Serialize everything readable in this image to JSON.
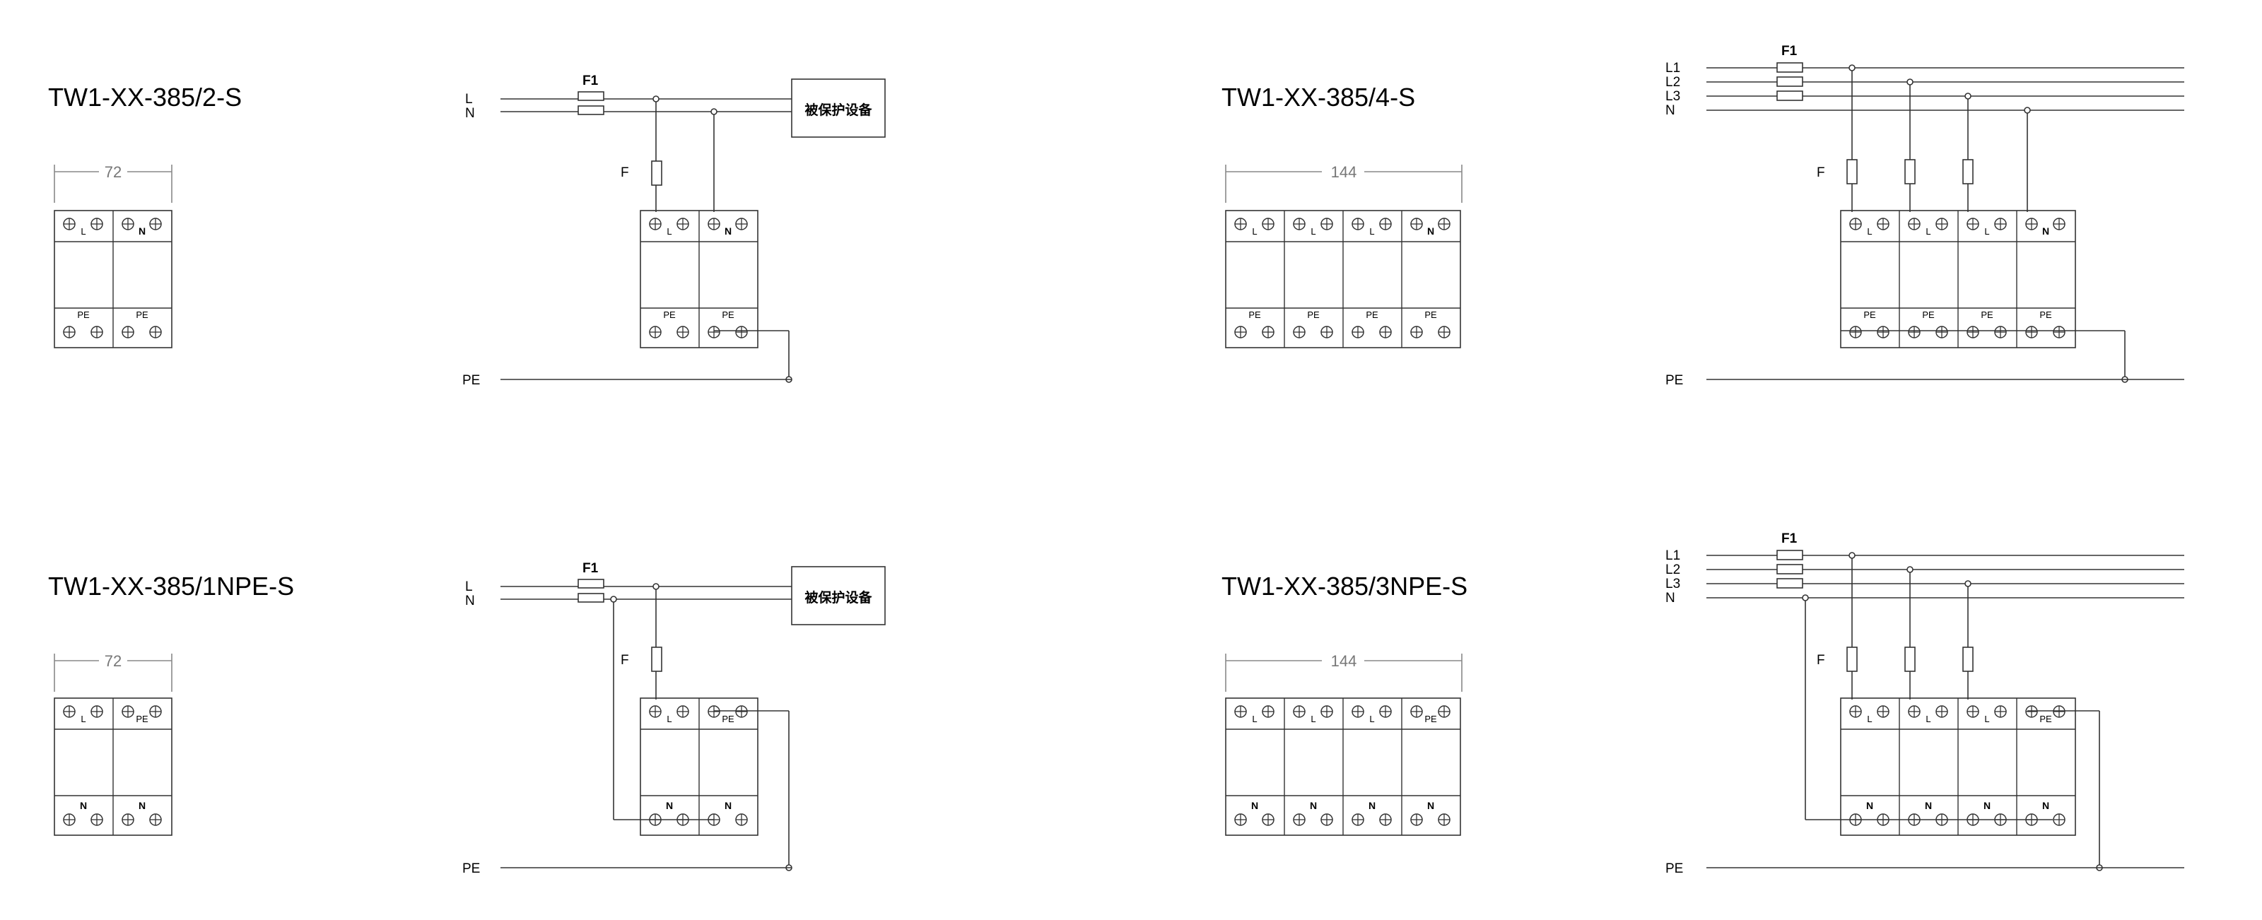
{
  "panels": [
    {
      "title": "TW1-XX-385/2-S",
      "width_label": "72",
      "modules": [
        {
          "top": "L",
          "bottom": "PE"
        },
        {
          "top": "N",
          "bottom": "PE"
        }
      ]
    },
    {
      "title": "TW1-XX-385/4-S",
      "width_label": "144",
      "modules": [
        {
          "top": "L",
          "bottom": "PE"
        },
        {
          "top": "L",
          "bottom": "PE"
        },
        {
          "top": "L",
          "bottom": "PE"
        },
        {
          "top": "N",
          "bottom": "PE"
        }
      ]
    },
    {
      "title": "TW1-XX-385/1NPE-S",
      "width_label": "72",
      "modules": [
        {
          "top": "L",
          "bottom": "N"
        },
        {
          "top": "PE",
          "bottom": "N"
        }
      ]
    },
    {
      "title": "TW1-XX-385/3NPE-S",
      "width_label": "144",
      "modules": [
        {
          "top": "L",
          "bottom": "N"
        },
        {
          "top": "L",
          "bottom": "N"
        },
        {
          "top": "L",
          "bottom": "N"
        },
        {
          "top": "PE",
          "bottom": "N"
        }
      ]
    }
  ],
  "wiring": {
    "line_L": "L",
    "line_N": "N",
    "line_L1": "L1",
    "line_L2": "L2",
    "line_L3": "L3",
    "pe": "PE",
    "fuse_main": "F1",
    "fuse": "F",
    "device": "被保护设备"
  }
}
